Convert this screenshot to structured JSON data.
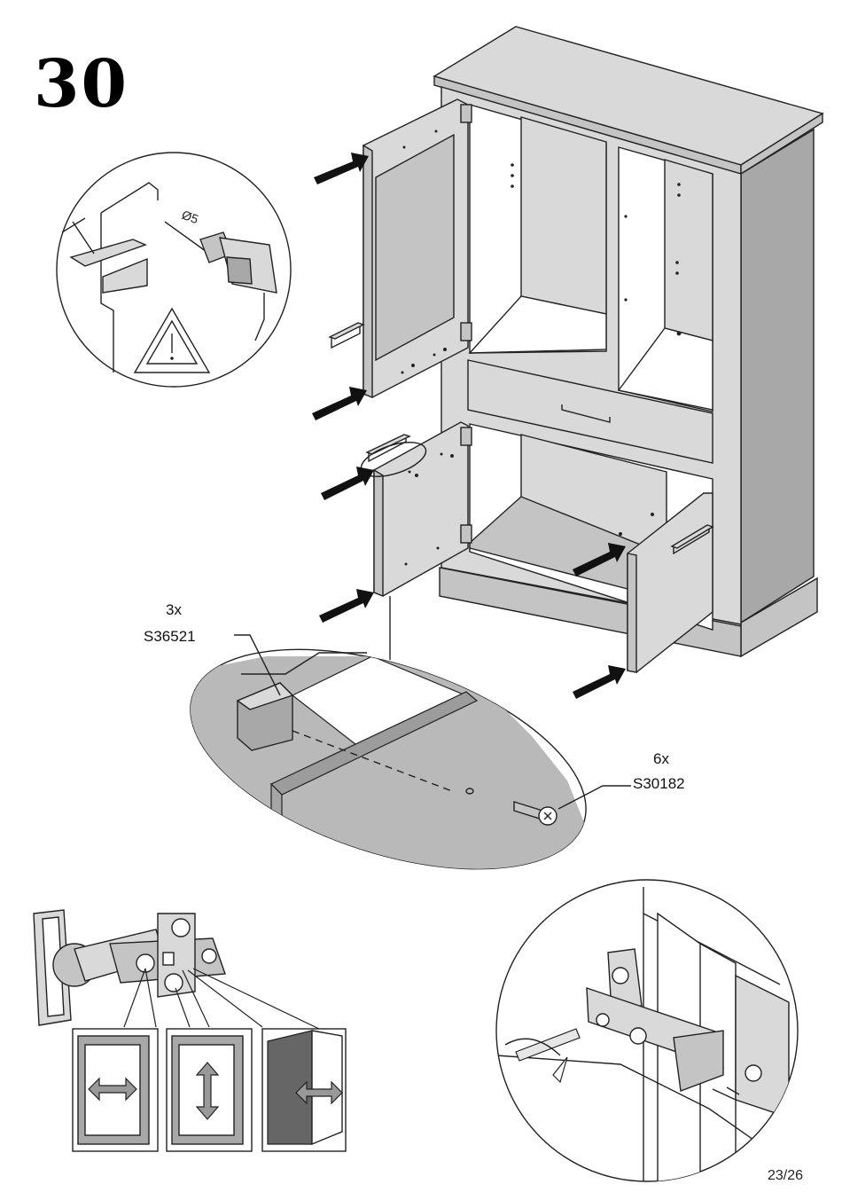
{
  "step": {
    "number": "30"
  },
  "drill": {
    "diameter_label": "Ø5"
  },
  "parts": [
    {
      "qty": "3x",
      "code": "S36521"
    },
    {
      "qty": "6x",
      "code": "S30182"
    }
  ],
  "page": {
    "indicator": "23/26"
  }
}
